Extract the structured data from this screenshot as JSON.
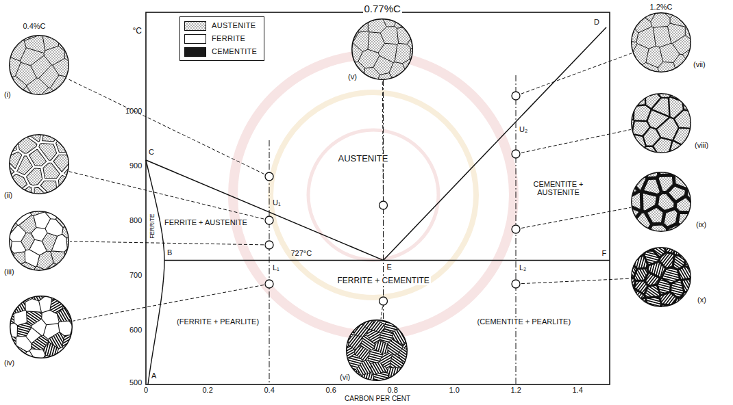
{
  "diagram": {
    "nodes": [
      {
        "text": [
          "(i)"
        ]
      },
      {
        "text": [
          "(ii)"
        ]
      },
      {
        "text": [
          "(iii)"
        ]
      },
      {
        "text": [
          "(iv)"
        ]
      },
      {
        "text": [
          "(v)"
        ]
      },
      {
        "text": [
          "(vi)"
        ]
      },
      {
        "text": [
          "(vii)"
        ]
      },
      {
        "text": [
          "(viii)"
        ]
      },
      {
        "text": [
          "(ix)"
        ]
      },
      {
        "text": [
          "(x)"
        ]
      }
    ],
    "labels": [
      "°C",
      "1000",
      "900",
      "800",
      "700",
      "600",
      "500",
      "0",
      "0.2",
      "0.4",
      "0.6",
      "0.8",
      "1.0",
      "1.2",
      "1.4",
      "CARBON PER CENT",
      "0.4%C",
      "0.77%C",
      "1.2%C",
      "C",
      "D",
      "U₁",
      "L₁",
      "U₂",
      "L₂",
      "B",
      "E",
      "F",
      "A",
      "727°C",
      "AUSTENITE",
      "FERRITE + AUSTENITE",
      "CEMENTITE + AUSTENITE",
      "FERRITE + CEMENTITE",
      "(FERRITE + PEARLITE)",
      "(CEMENTITE + PEARLITE)",
      "FERRITE"
    ],
    "legend": [
      {
        "text": "AUSTENITE"
      },
      {
        "text": "FERRITE",
        "color": "#ffffff"
      },
      {
        "text": "CEMENTITE",
        "color": "#1a1a1a"
      }
    ]
  }
}
